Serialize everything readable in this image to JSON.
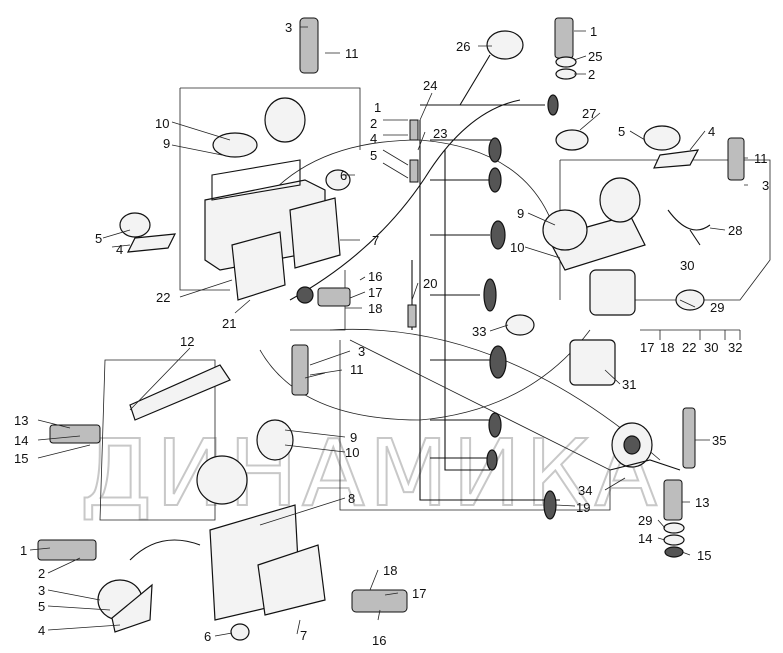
{
  "watermark": "ДИНАМИКА",
  "callouts": [
    {
      "id": "c3a",
      "text": "3"
    },
    {
      "id": "c11a",
      "text": "11"
    },
    {
      "id": "c10a",
      "text": "10"
    },
    {
      "id": "c9a",
      "text": "9"
    },
    {
      "id": "c5a",
      "text": "5"
    },
    {
      "id": "c4a",
      "text": "4"
    },
    {
      "id": "c22a",
      "text": "22"
    },
    {
      "id": "c21a",
      "text": "21"
    },
    {
      "id": "c6a",
      "text": "6"
    },
    {
      "id": "c7a",
      "text": "7"
    },
    {
      "id": "c16a",
      "text": "16"
    },
    {
      "id": "c17a",
      "text": "17"
    },
    {
      "id": "c18a",
      "text": "18"
    },
    {
      "id": "c1a",
      "text": "1"
    },
    {
      "id": "c2a",
      "text": "2"
    },
    {
      "id": "c4b",
      "text": "4"
    },
    {
      "id": "c5b",
      "text": "5"
    },
    {
      "id": "c24",
      "text": "24"
    },
    {
      "id": "c23",
      "text": "23"
    },
    {
      "id": "c20",
      "text": "20"
    },
    {
      "id": "c26",
      "text": "26"
    },
    {
      "id": "c1b",
      "text": "1"
    },
    {
      "id": "c25",
      "text": "25"
    },
    {
      "id": "c2b",
      "text": "2"
    },
    {
      "id": "c27",
      "text": "27"
    },
    {
      "id": "c5c",
      "text": "5"
    },
    {
      "id": "c4c",
      "text": "4"
    },
    {
      "id": "c11b",
      "text": "11"
    },
    {
      "id": "c3b",
      "text": "3"
    },
    {
      "id": "c9b",
      "text": "9"
    },
    {
      "id": "c28",
      "text": "28"
    },
    {
      "id": "c10b",
      "text": "10"
    },
    {
      "id": "c30",
      "text": "30"
    },
    {
      "id": "c29a",
      "text": "29"
    },
    {
      "id": "c33",
      "text": "33"
    },
    {
      "id": "c31",
      "text": "31"
    },
    {
      "id": "c17b",
      "text": "17"
    },
    {
      "id": "c18b",
      "text": "18"
    },
    {
      "id": "c22b",
      "text": "22"
    },
    {
      "id": "c30b",
      "text": "30"
    },
    {
      "id": "c32",
      "text": "32"
    },
    {
      "id": "c12",
      "text": "12"
    },
    {
      "id": "c3c",
      "text": "3"
    },
    {
      "id": "c11c",
      "text": "11"
    },
    {
      "id": "c13a",
      "text": "13"
    },
    {
      "id": "c14a",
      "text": "14"
    },
    {
      "id": "c15a",
      "text": "15"
    },
    {
      "id": "c9c",
      "text": "9"
    },
    {
      "id": "c10c",
      "text": "10"
    },
    {
      "id": "c8",
      "text": "8"
    },
    {
      "id": "c1c",
      "text": "1"
    },
    {
      "id": "c2c",
      "text": "2"
    },
    {
      "id": "c3d",
      "text": "3"
    },
    {
      "id": "c5d",
      "text": "5"
    },
    {
      "id": "c4d",
      "text": "4"
    },
    {
      "id": "c6b",
      "text": "6"
    },
    {
      "id": "c7b",
      "text": "7"
    },
    {
      "id": "c18c",
      "text": "18"
    },
    {
      "id": "c17c",
      "text": "17"
    },
    {
      "id": "c16b",
      "text": "16"
    },
    {
      "id": "c35",
      "text": "35"
    },
    {
      "id": "c34",
      "text": "34"
    },
    {
      "id": "c19",
      "text": "19"
    },
    {
      "id": "c13b",
      "text": "13"
    },
    {
      "id": "c29b",
      "text": "29"
    },
    {
      "id": "c14b",
      "text": "14"
    },
    {
      "id": "c15b",
      "text": "15"
    }
  ]
}
